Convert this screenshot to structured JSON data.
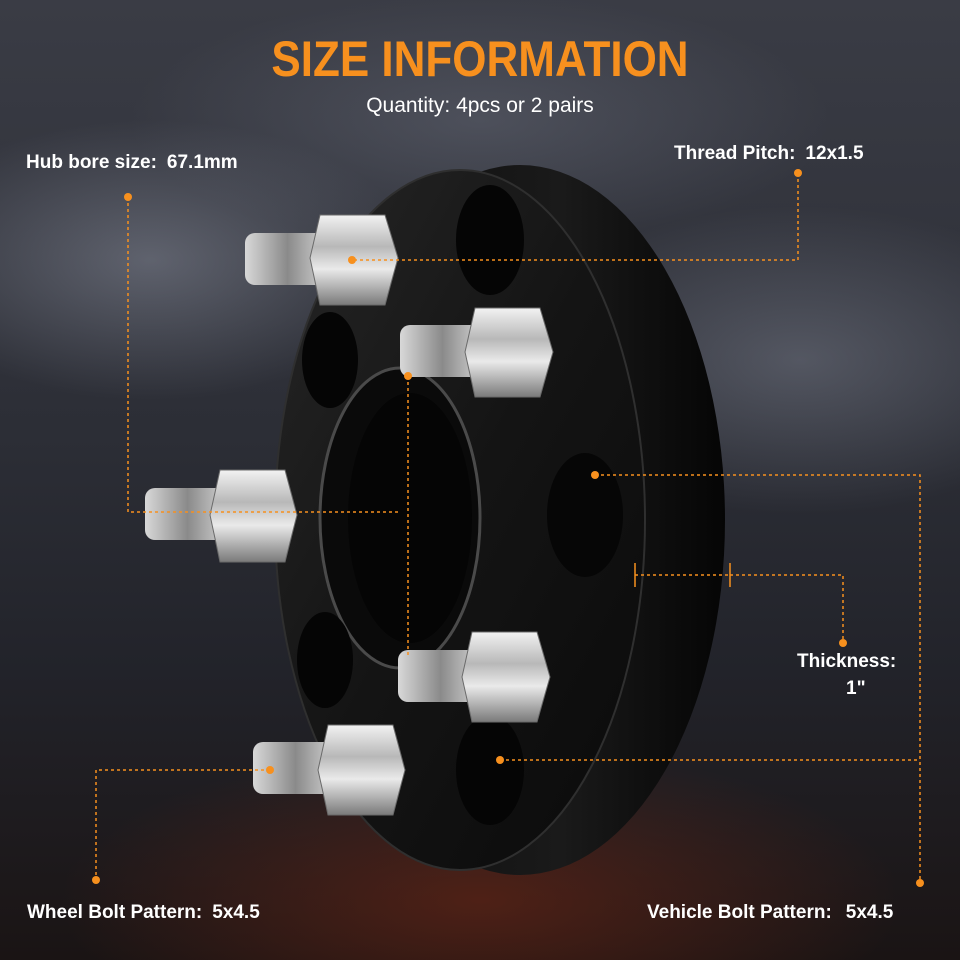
{
  "header": {
    "title": "SIZE INFORMATION",
    "subtitle": "Quantity: 4pcs or 2 pairs"
  },
  "specs": {
    "hub_bore": {
      "label": "Hub bore size:",
      "value": "67.1mm"
    },
    "thread_pitch": {
      "label": "Thread Pitch:",
      "value": "12x1.5"
    },
    "thickness": {
      "label": "Thickness:",
      "value": "1\""
    },
    "wheel_bolt_pattern": {
      "label": "Wheel Bolt Pattern:",
      "value": "5x4.5"
    },
    "vehicle_bolt_pattern": {
      "label": "Vehicle Bolt Pattern:",
      "value": "5x4.5"
    }
  },
  "colors": {
    "accent": "#f7901e",
    "text": "#ffffff",
    "spacer": "#111111"
  },
  "icons": [
    "wheel-spacer-image",
    "lug-stud-icon",
    "callout-dot-icon"
  ]
}
